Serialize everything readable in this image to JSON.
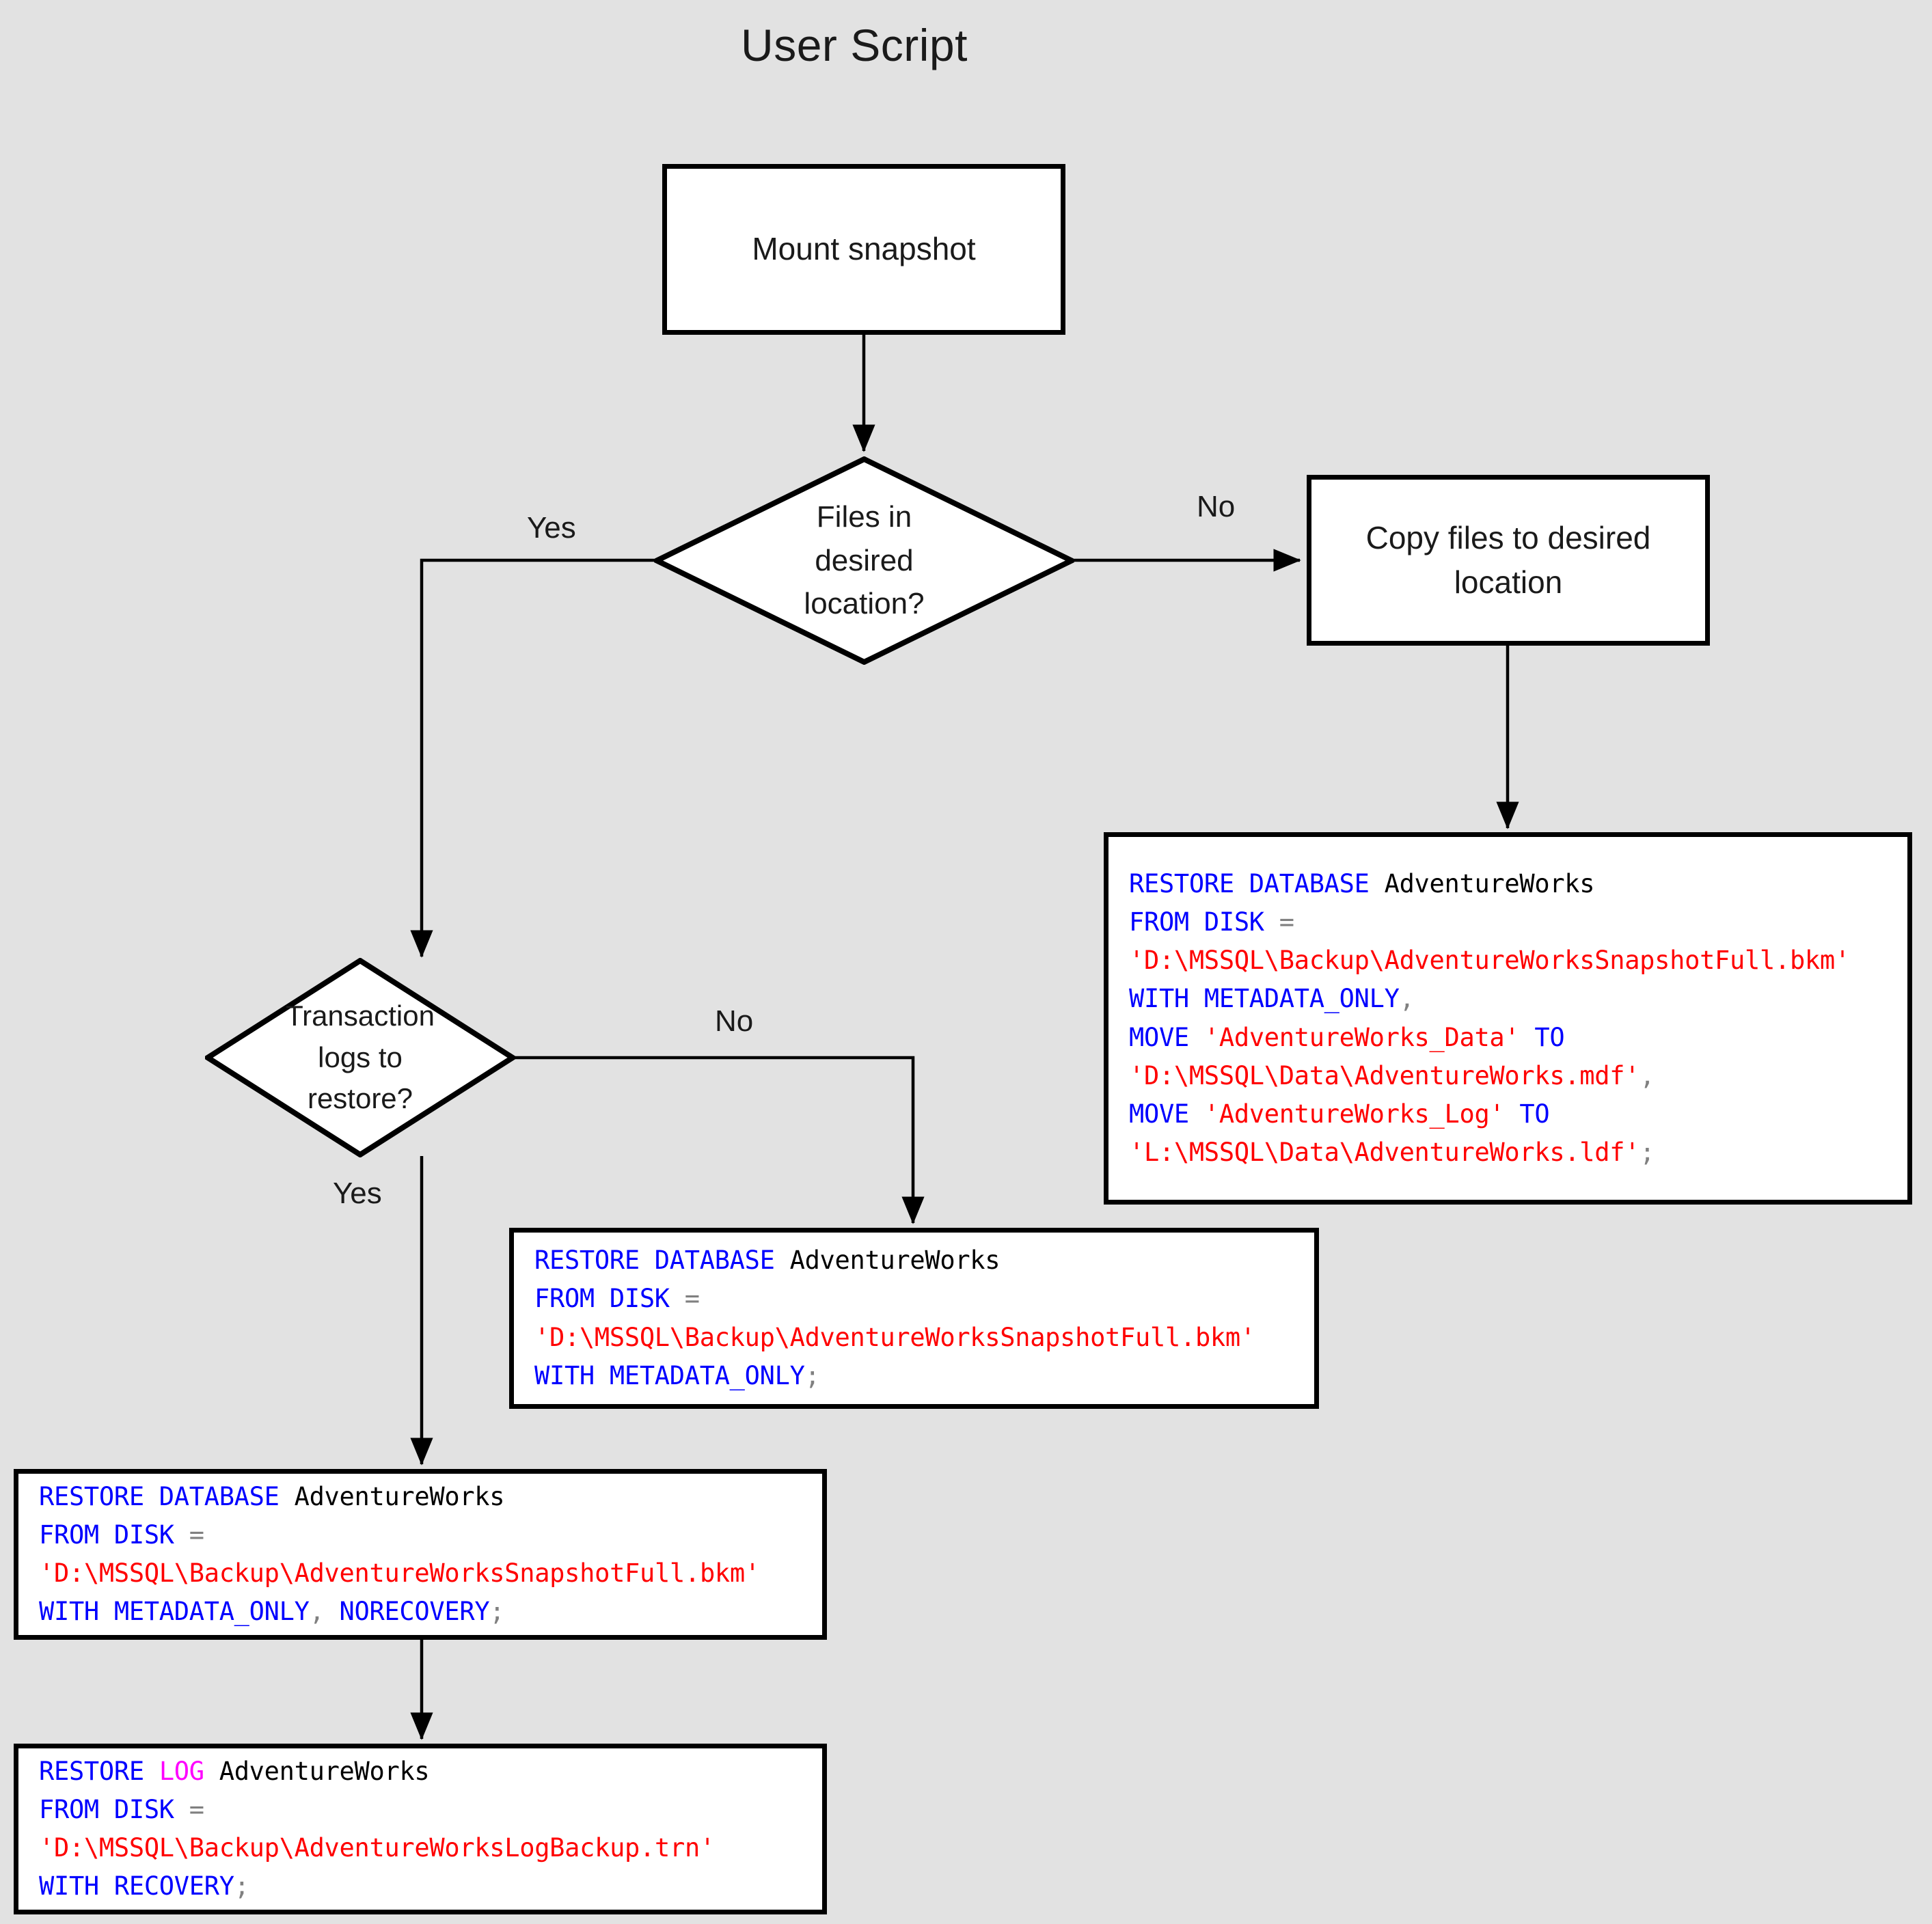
{
  "title": "User Script",
  "colors": {
    "background": "#e2e2e2",
    "node_fill": "#ffffff",
    "stroke": "#000000",
    "sql_keyword": "#0000ff",
    "sql_keyword_alt": "#ff00ff",
    "sql_string": "#ff0000",
    "sql_identifier": "#000000",
    "sql_punctuation": "#808080"
  },
  "nodes": {
    "mount_snapshot": {
      "label": "Mount snapshot"
    },
    "files_in_desired_location": {
      "label": "Files in\ndesired\nlocation?"
    },
    "copy_files": {
      "label": "Copy files to desired\nlocation"
    },
    "transaction_logs": {
      "label": "Transaction\nlogs to\nrestore?"
    }
  },
  "edge_labels": {
    "files_yes": "Yes",
    "files_no": "No",
    "logs_no": "No",
    "logs_yes": "Yes"
  },
  "code_blocks": {
    "restore_with_move": {
      "name": "restore-database-with-move",
      "lines": [
        [
          {
            "t": "RESTORE DATABASE ",
            "c": "kw"
          },
          {
            "t": "AdventureWorks",
            "c": "ident"
          }
        ],
        [
          {
            "t": "FROM DISK ",
            "c": "kw"
          },
          {
            "t": "=",
            "c": "punc"
          }
        ],
        [
          {
            "t": "'D:\\MSSQL\\Backup\\AdventureWorksSnapshotFull.bkm'",
            "c": "str"
          }
        ],
        [
          {
            "t": "WITH METADATA_ONLY",
            "c": "kw"
          },
          {
            "t": ",",
            "c": "punc"
          }
        ],
        [
          {
            "t": "MOVE ",
            "c": "kw"
          },
          {
            "t": "'AdventureWorks_Data'",
            "c": "str"
          },
          {
            "t": " TO",
            "c": "kw"
          }
        ],
        [
          {
            "t": "'D:\\MSSQL\\Data\\AdventureWorks.mdf'",
            "c": "str"
          },
          {
            "t": ",",
            "c": "punc"
          }
        ],
        [
          {
            "t": "MOVE ",
            "c": "kw"
          },
          {
            "t": "'AdventureWorks_Log'",
            "c": "str"
          },
          {
            "t": " TO",
            "c": "kw"
          }
        ],
        [
          {
            "t": "'L:\\MSSQL\\Data\\AdventureWorks.ldf'",
            "c": "str"
          },
          {
            "t": ";",
            "c": "punc"
          }
        ]
      ]
    },
    "restore_metadata_only": {
      "name": "restore-database-metadata-only",
      "lines": [
        [
          {
            "t": "RESTORE DATABASE ",
            "c": "kw"
          },
          {
            "t": "AdventureWorks",
            "c": "ident"
          }
        ],
        [
          {
            "t": "FROM DISK ",
            "c": "kw"
          },
          {
            "t": "=",
            "c": "punc"
          }
        ],
        [
          {
            "t": "'D:\\MSSQL\\Backup\\AdventureWorksSnapshotFull.bkm'",
            "c": "str"
          }
        ],
        [
          {
            "t": "WITH METADATA_ONLY",
            "c": "kw"
          },
          {
            "t": ";",
            "c": "punc"
          }
        ]
      ]
    },
    "restore_norecovery": {
      "name": "restore-database-norecovery",
      "lines": [
        [
          {
            "t": "RESTORE DATABASE ",
            "c": "kw"
          },
          {
            "t": "AdventureWorks",
            "c": "ident"
          }
        ],
        [
          {
            "t": "FROM DISK ",
            "c": "kw"
          },
          {
            "t": "=",
            "c": "punc"
          }
        ],
        [
          {
            "t": "'D:\\MSSQL\\Backup\\AdventureWorksSnapshotFull.bkm'",
            "c": "str"
          }
        ],
        [
          {
            "t": "WITH METADATA_ONLY",
            "c": "kw"
          },
          {
            "t": ", ",
            "c": "punc"
          },
          {
            "t": "NORECOVERY",
            "c": "kw"
          },
          {
            "t": ";",
            "c": "punc"
          }
        ]
      ]
    },
    "restore_log": {
      "name": "restore-log-recovery",
      "lines": [
        [
          {
            "t": "RESTORE ",
            "c": "kw"
          },
          {
            "t": "LOG",
            "c": "kw2"
          },
          {
            "t": " ",
            "c": "kw"
          },
          {
            "t": "AdventureWorks",
            "c": "ident"
          }
        ],
        [
          {
            "t": "FROM DISK ",
            "c": "kw"
          },
          {
            "t": "=",
            "c": "punc"
          }
        ],
        [
          {
            "t": "'D:\\MSSQL\\Backup\\AdventureWorksLogBackup.trn'",
            "c": "str"
          }
        ],
        [
          {
            "t": "WITH RECOVERY",
            "c": "kw"
          },
          {
            "t": ";",
            "c": "punc"
          }
        ]
      ]
    }
  }
}
